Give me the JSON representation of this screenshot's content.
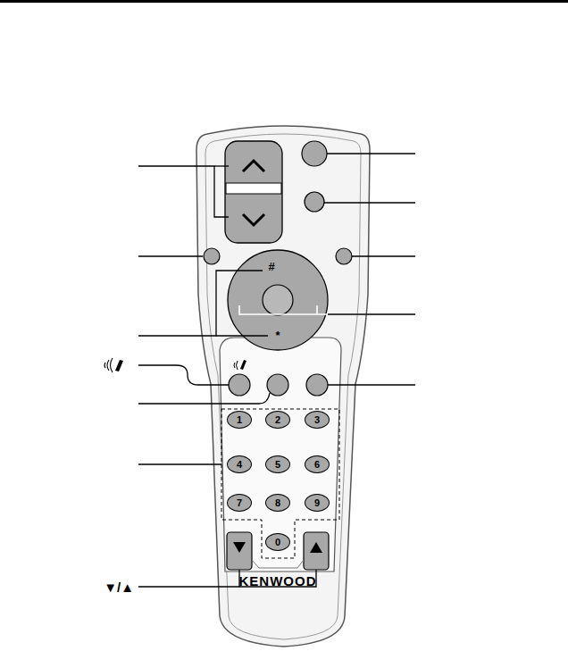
{
  "diagram": {
    "nodes": [
      {
        "text": [
          "#",
          "*"
        ]
      },
      {
        "text": [
          "1"
        ]
      },
      {
        "text": [
          "2"
        ]
      },
      {
        "text": [
          "3"
        ]
      },
      {
        "text": [
          "4"
        ]
      },
      {
        "text": [
          "5"
        ]
      },
      {
        "text": [
          "6"
        ]
      },
      {
        "text": [
          "7"
        ]
      },
      {
        "text": [
          "8"
        ]
      },
      {
        "text": [
          "9"
        ]
      },
      {
        "text": [
          "0"
        ]
      }
    ],
    "labels": [
      "KENWOOD",
      "▼/▲"
    ]
  }
}
